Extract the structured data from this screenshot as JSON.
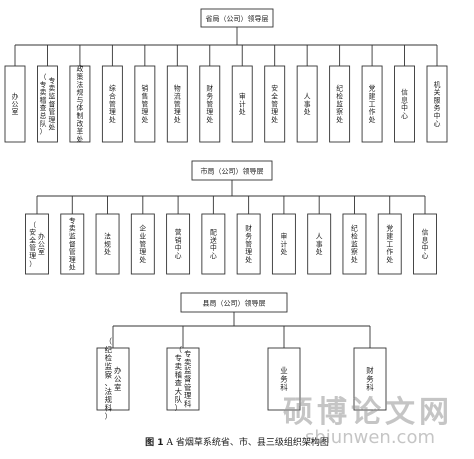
{
  "provincial": {
    "title": "省局（公司）领导层",
    "units": [
      [
        "办公室"
      ],
      [
        "（专卖稽查总队）",
        "专卖监督管理处"
      ],
      [
        "政策法规与体制改革处"
      ],
      [
        "综合管理处"
      ],
      [
        "销售管理处"
      ],
      [
        "物流管理处"
      ],
      [
        "财务管理处"
      ],
      [
        "审计处"
      ],
      [
        "安全管理处"
      ],
      [
        "人事处"
      ],
      [
        "纪检监察处"
      ],
      [
        "党建工作处"
      ],
      [
        "信息中心"
      ],
      [
        "机关服务中心"
      ]
    ]
  },
  "municipal": {
    "title": "市局（公司）领导层",
    "units": [
      [
        "（安全管理）",
        "办公室"
      ],
      [
        "专卖监督管理处"
      ],
      [
        "法规处"
      ],
      [
        "企业管理处"
      ],
      [
        "营销中心"
      ],
      [
        "配送中心"
      ],
      [
        "财务管理处"
      ],
      [
        "审计处"
      ],
      [
        "人事处"
      ],
      [
        "纪检监察处"
      ],
      [
        "党建工作处"
      ],
      [
        "信息中心"
      ]
    ]
  },
  "county": {
    "title": "县局（公司）领导层",
    "units": [
      [
        "（纪检监察、法规科）",
        "办公室"
      ],
      [
        "（专卖稽查大队）",
        "专卖监督管理科"
      ],
      [
        "业务科"
      ],
      [
        "财务科"
      ]
    ]
  },
  "watermark": {
    "main": "硕博论文网",
    "sub": "sbiunwen.com"
  },
  "caption": {
    "label": "图 1",
    "title": "A 省烟草系统省、市、县三级组织架构图"
  }
}
